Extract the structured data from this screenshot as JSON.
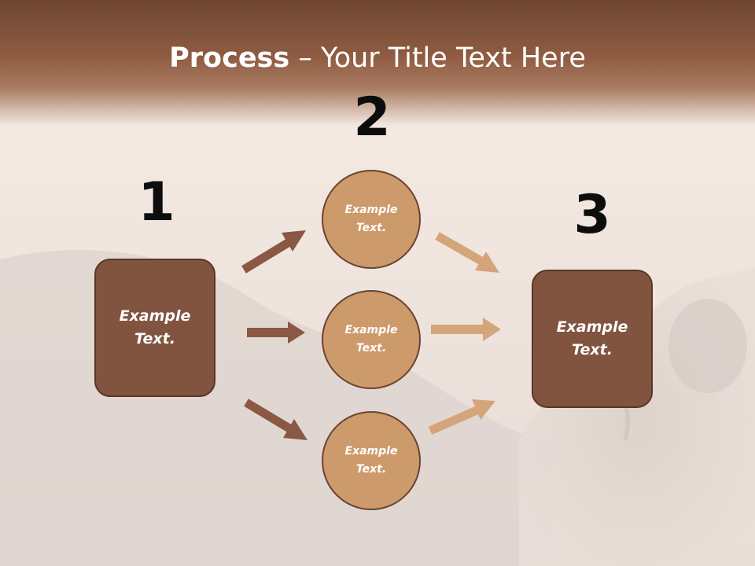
{
  "slide": {
    "title_bold": "Process",
    "title_rest": " – Your Title Text Here"
  },
  "steps": {
    "step1_number": "1",
    "step2_number": "2",
    "step3_number": "3"
  },
  "nodes": {
    "left_box": "Example Text.",
    "circle_top": "Example Text.",
    "circle_middle": "Example Text.",
    "circle_bottom": "Example Text.",
    "right_box": "Example Text."
  },
  "colors": {
    "header_brown": "#8f5c42",
    "box_brown": "#815440",
    "circle_tan": "#cd9a6b",
    "arrow_dark": "#8a5843",
    "arrow_light": "#d4a47b"
  }
}
